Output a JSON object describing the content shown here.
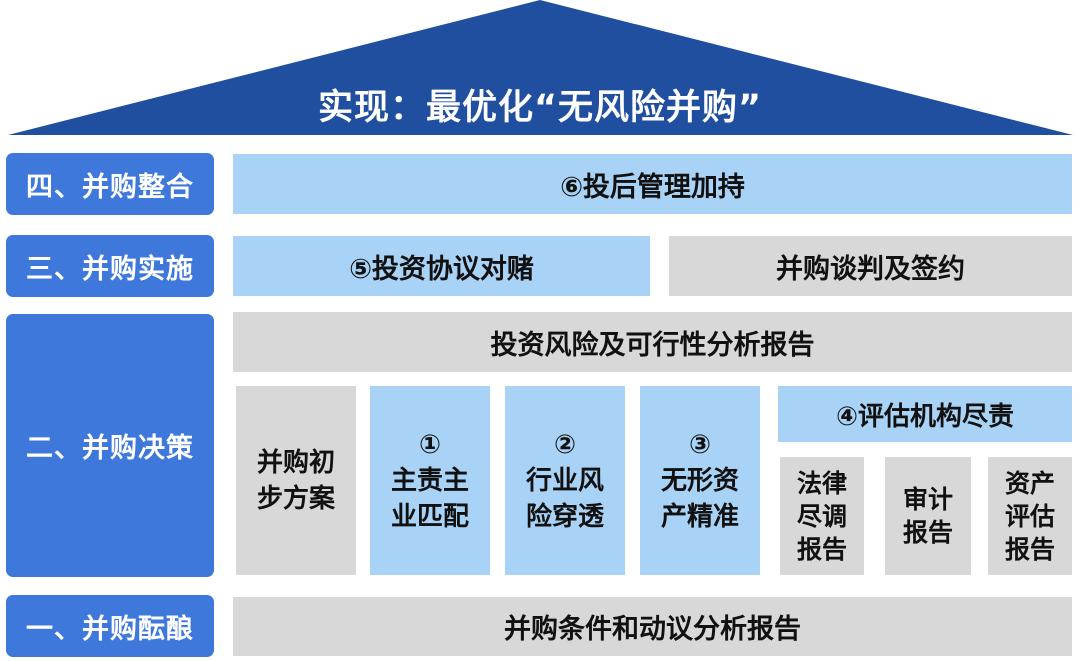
{
  "header": {
    "title": "实现：最优化“无风险并购”"
  },
  "stages": {
    "s4": "四、并购整合",
    "s3": "三、并购实施",
    "s2": "二、并购决策",
    "s1": "一、并购酝酿"
  },
  "rows": {
    "r4_main": "⑥投后管理加持",
    "r3_left": "⑤投资协议对赌",
    "r3_right": "并购谈判及签约",
    "r2_top": "投资风险及可行性分析报告",
    "r2_plan": [
      "并购初",
      "步方案"
    ],
    "r2_item1": {
      "num": "①",
      "lines": [
        "主责主",
        "业匹配"
      ]
    },
    "r2_item2": {
      "num": "②",
      "lines": [
        "行业风",
        "险穿透"
      ]
    },
    "r2_item3": {
      "num": "③",
      "lines": [
        "无形资",
        "产精准"
      ]
    },
    "r2_eval": "④评估机构尽责",
    "r2_legal": [
      "法律",
      "尽调",
      "报告"
    ],
    "r2_audit": [
      "审计",
      "报告"
    ],
    "r2_asset": [
      "资产",
      "评估",
      "报告"
    ],
    "r1_main": "并购条件和动议分析报告"
  },
  "colors": {
    "roof": "#1f4f9e",
    "stage": "#3f78db",
    "light_blue": "#a9d3f6",
    "gray": "#d8d8d8"
  }
}
